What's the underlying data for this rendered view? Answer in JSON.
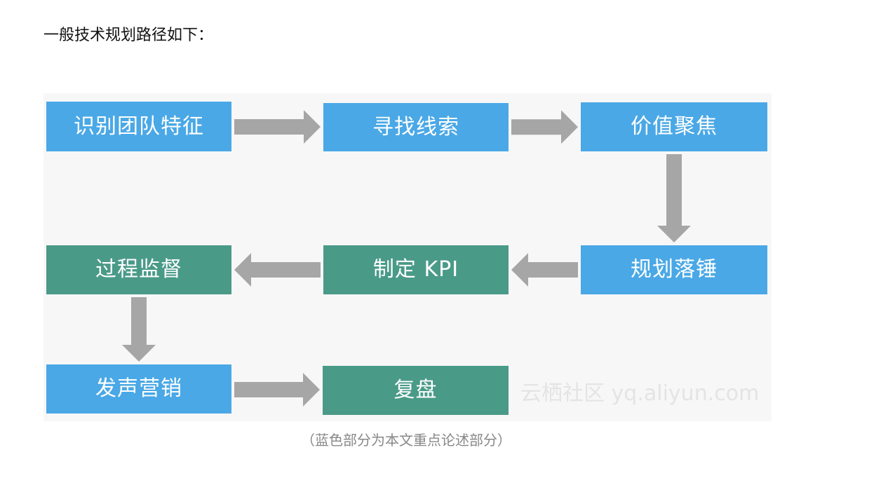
{
  "page": {
    "title": "一般技术规划路径如下：",
    "caption": "（蓝色部分为本文重点论述部分）"
  },
  "diagram": {
    "colors": {
      "focus": "#4aa8e6",
      "other": "#4a9a88",
      "arrow": "#a6a6a6",
      "background": "#f7f7f7"
    },
    "nodes": [
      {
        "id": "identify",
        "label": "识别团队特征",
        "kind": "focus"
      },
      {
        "id": "find",
        "label": "寻找线索",
        "kind": "focus"
      },
      {
        "id": "value",
        "label": "价值聚焦",
        "kind": "focus"
      },
      {
        "id": "plan",
        "label": "规划落锤",
        "kind": "focus"
      },
      {
        "id": "kpi",
        "label": "制定 KPI",
        "kind": "other"
      },
      {
        "id": "monitor",
        "label": "过程监督",
        "kind": "other"
      },
      {
        "id": "voice",
        "label": "发声营销",
        "kind": "focus"
      },
      {
        "id": "review",
        "label": "复盘",
        "kind": "other"
      }
    ],
    "edges": [
      {
        "from": "identify",
        "to": "find"
      },
      {
        "from": "find",
        "to": "value"
      },
      {
        "from": "value",
        "to": "plan"
      },
      {
        "from": "plan",
        "to": "kpi"
      },
      {
        "from": "kpi",
        "to": "monitor"
      },
      {
        "from": "monitor",
        "to": "voice"
      },
      {
        "from": "voice",
        "to": "review"
      }
    ],
    "watermark": "云栖社区 yq.aliyun.com"
  }
}
